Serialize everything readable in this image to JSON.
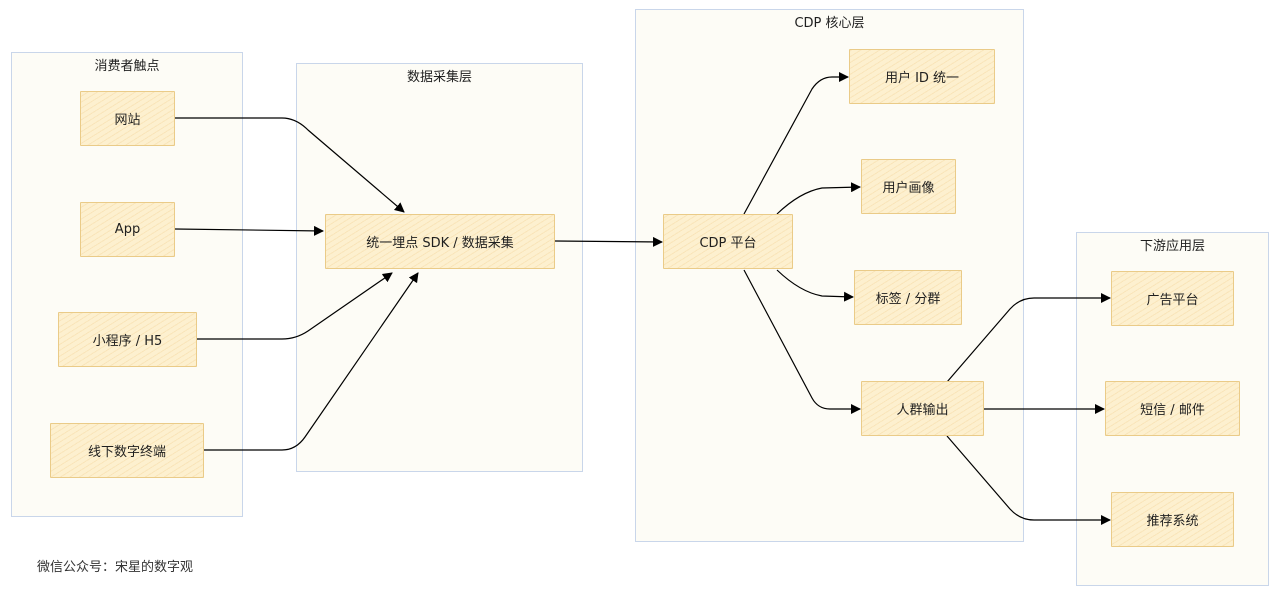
{
  "groups": {
    "touchpoints": {
      "title": "消费者触点"
    },
    "collection": {
      "title": "数据采集层"
    },
    "cdp_core": {
      "title": "CDP 核心层"
    },
    "downstream": {
      "title": "下游应用层"
    }
  },
  "nodes": {
    "website": "网站",
    "app": "App",
    "miniprogram": "小程序 / H5",
    "offline_terminal": "线下数字终端",
    "sdk": "统一埋点 SDK / 数据采集",
    "cdp_platform": "CDP 平台",
    "user_id": "用户 ID 统一",
    "user_profile": "用户画像",
    "tags_segments": "标签 / 分群",
    "audience_output": "人群输出",
    "ad_platform": "广告平台",
    "sms_email": "短信 / 邮件",
    "recommendation": "推荐系统"
  },
  "footer": "微信公众号：宋星的数字观"
}
